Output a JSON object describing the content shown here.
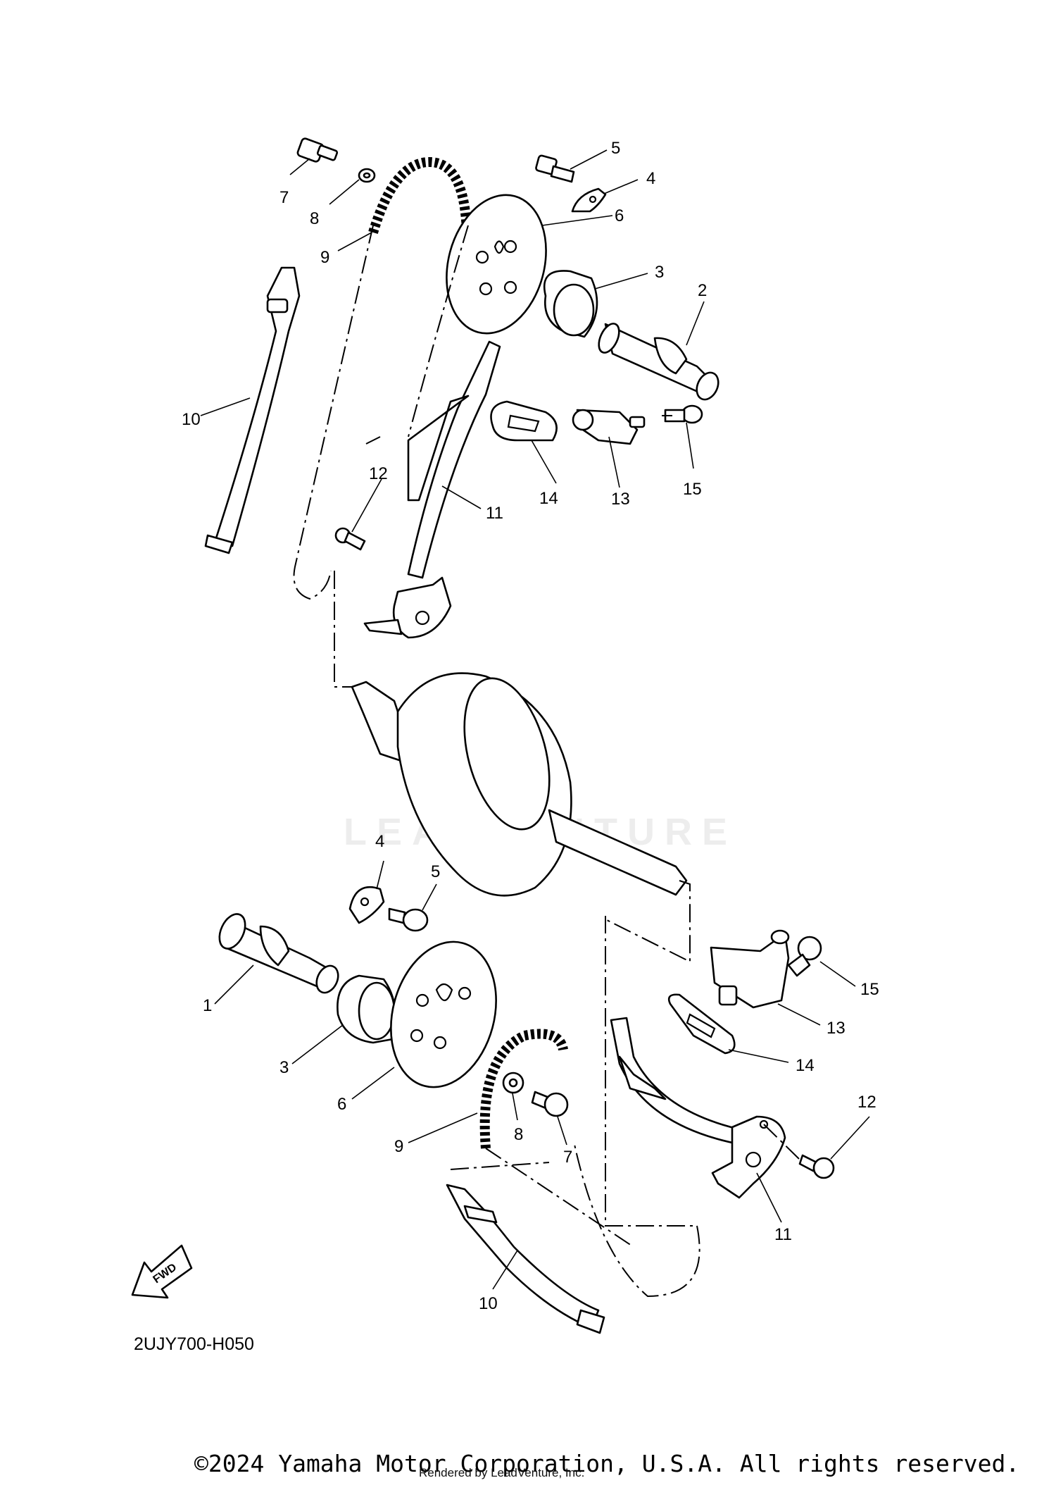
{
  "diagram": {
    "code": "2UJY700-H050",
    "fwd_label": "FWD",
    "callouts_upper": [
      "7",
      "8",
      "9",
      "5",
      "4",
      "6",
      "3",
      "2",
      "10",
      "14",
      "13",
      "15",
      "12",
      "11"
    ],
    "callouts_lower": [
      "4",
      "5",
      "1",
      "3",
      "6",
      "9",
      "8",
      "7",
      "15",
      "13",
      "14",
      "12",
      "11",
      "10"
    ]
  },
  "footer": {
    "copyright": "©2024 Yamaha Motor Corporation, U.S.A. All rights reserved.",
    "rendered_by": "Rendered by LeadVenture, Inc."
  },
  "watermark": {
    "text": "LEADVENTURE"
  }
}
